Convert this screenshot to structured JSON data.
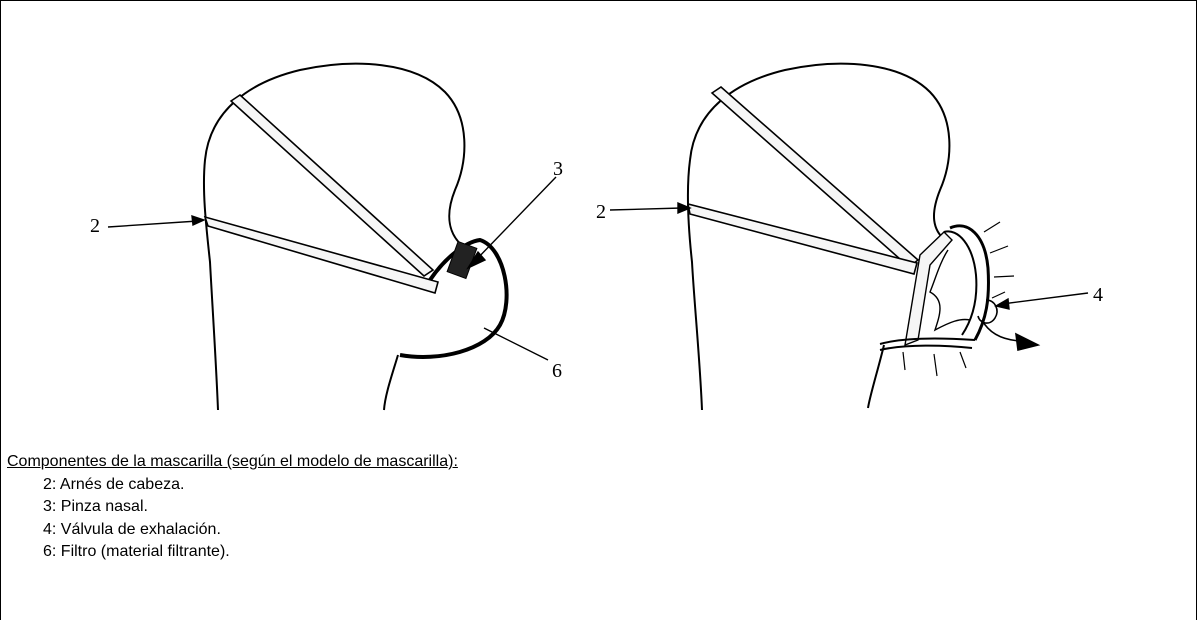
{
  "figure": {
    "left_labels": {
      "harness": "2",
      "nose_clip": "3",
      "filter": "6"
    },
    "right_labels": {
      "harness": "2",
      "valve": "4"
    }
  },
  "caption": {
    "title": "Componentes de la mascarilla (según el modelo de mascarilla):",
    "items": [
      "2: Arnés de cabeza.",
      "3: Pinza nasal.",
      "4: Válvula de exhalación.",
      "6: Filtro (material filtrante)."
    ]
  }
}
